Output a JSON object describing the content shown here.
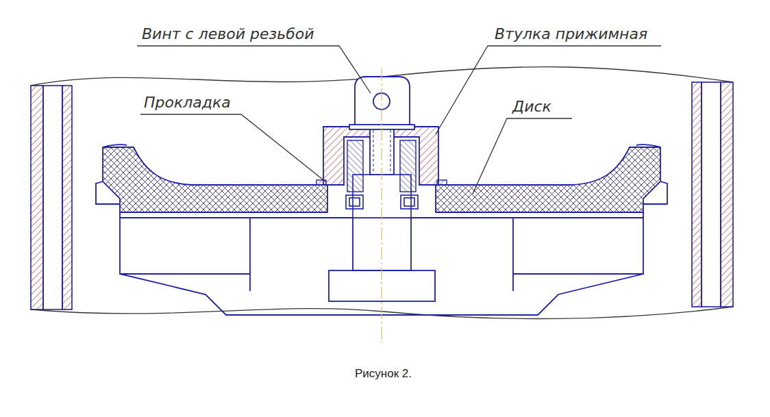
{
  "diagram": {
    "caption": "Рисунок 2.",
    "labels": [
      "Винт с левой резьбой",
      "Втулка прижимная",
      "Прокладка",
      "Диск"
    ]
  }
}
